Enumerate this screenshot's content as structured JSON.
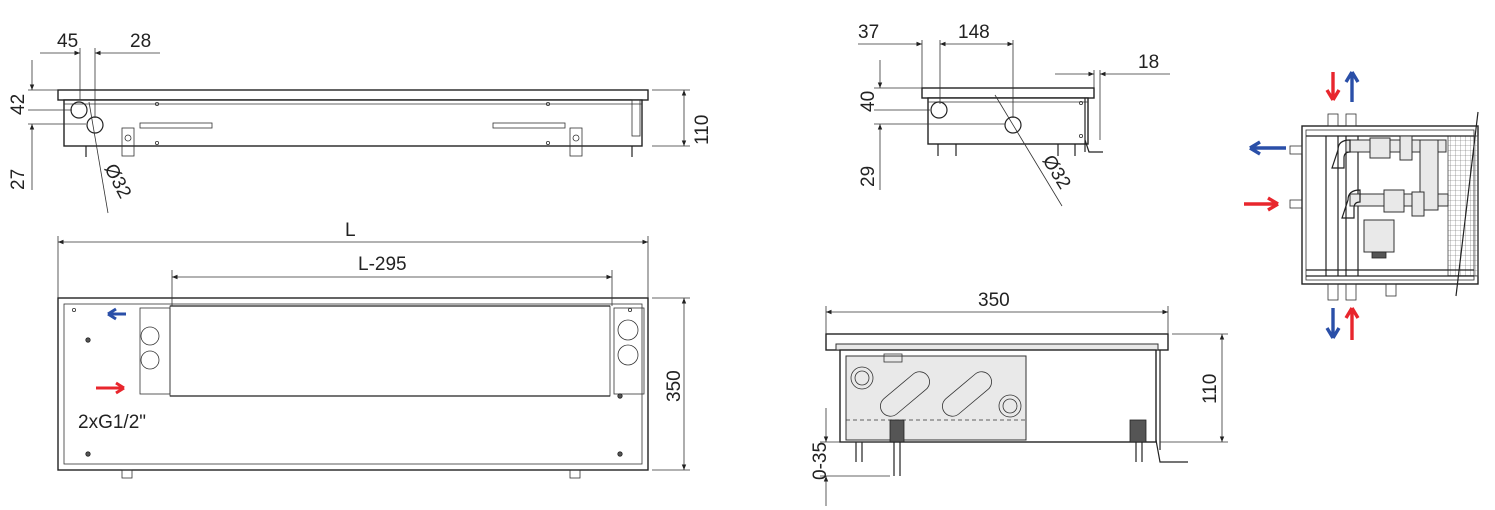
{
  "dimensions": {
    "top_left": {
      "d45": "45",
      "d28": "28",
      "d42": "42",
      "d27": "27",
      "d110": "110",
      "dia32": "Ø32"
    },
    "plan": {
      "length": "L",
      "inner_length": "L-295",
      "width": "350",
      "connection": "2xG1/2\""
    },
    "side_top_right": {
      "d37": "37",
      "d148": "148",
      "d18": "18",
      "d40": "40",
      "d29": "29",
      "dia32": "Ø32"
    },
    "section": {
      "width": "350",
      "height": "110",
      "adjust": "0-35"
    }
  },
  "colors": {
    "supply": "#e8262d",
    "return": "#2a4fa8",
    "line": "#222222"
  },
  "icons": {
    "supply_arrow": "red-arrow-icon",
    "return_arrow": "blue-arrow-icon"
  }
}
